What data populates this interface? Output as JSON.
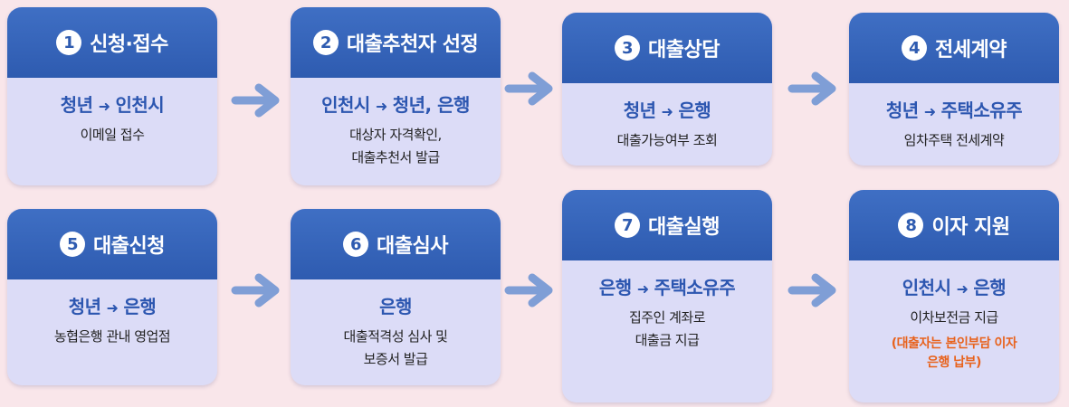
{
  "steps": [
    {
      "num": "1",
      "title": "신청·접수",
      "from": "청년",
      "to": "인천시",
      "desc": [
        "이메일 접수"
      ]
    },
    {
      "num": "2",
      "title": "대출추천자 선정",
      "from": "인천시",
      "to": "청년, 은행",
      "desc": [
        "대상자 자격확인,",
        "대출추천서 발급"
      ]
    },
    {
      "num": "3",
      "title": "대출상담",
      "from": "청년",
      "to": "은행",
      "desc": [
        "대출가능여부 조회"
      ]
    },
    {
      "num": "4",
      "title": "전세계약",
      "from": "청년",
      "to": "주택소유주",
      "desc": [
        "임차주택 전세계약"
      ]
    },
    {
      "num": "5",
      "title": "대출신청",
      "from": "청년",
      "to": "은행",
      "desc": [
        "농협은행 관내 영업점"
      ]
    },
    {
      "num": "6",
      "title": "대출심사",
      "from": "은행",
      "to": "",
      "desc": [
        "대출적격성 심사 및",
        "보증서 발급"
      ]
    },
    {
      "num": "7",
      "title": "대출실행",
      "from": "은행",
      "to": "주택소유주",
      "desc": [
        "집주인 계좌로",
        "대출금 지급"
      ]
    },
    {
      "num": "8",
      "title": "이자 지원",
      "from": "인천시",
      "to": "은행",
      "desc": [
        "이차보전금 지급"
      ],
      "note": [
        "(대출자는 본인부담 이자",
        "은행 납부)"
      ]
    }
  ],
  "arrow_symbol": "➜",
  "colors": {
    "background": "#f9e6ea",
    "header": "#2e5bb0",
    "body": "#dcdcf7",
    "flow_text": "#2c56b0",
    "arrow": "#7f9ed6",
    "note": "#e8621c"
  }
}
